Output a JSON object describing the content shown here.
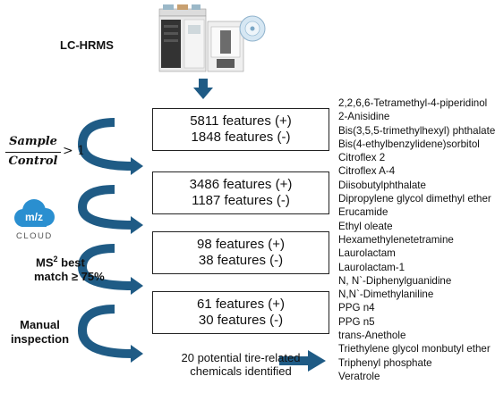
{
  "instrument_label": "LC-HRMS",
  "filter_labels": {
    "ratio_numerator": "Sample",
    "ratio_denominator": "Control",
    "ratio_comparison": "> 1",
    "mzcloud_logo": "m/z",
    "mzcloud_word": "CLOUD",
    "ms2_prefix": "MS",
    "ms2_superscript": "2",
    "ms2_suffix": " best",
    "ms2_line2": "match ≥ 75%",
    "manual_line1": "Manual",
    "manual_line2": "inspection"
  },
  "boxes": [
    {
      "positive": "5811 features (+)",
      "negative": "1848 features (-)"
    },
    {
      "positive": "3486 features (+)",
      "negative": "1187 features (-)"
    },
    {
      "positive": "98 features (+)",
      "negative": "38 features (-)"
    },
    {
      "positive": "61 features (+)",
      "negative": "30 features (-)"
    }
  ],
  "final_result": {
    "line1": "20 potential tire-related",
    "line2": "chemicals identified"
  },
  "chemicals": [
    "2,2,6,6-Tetramethyl-4-piperidinol",
    "2-Anisidine",
    "Bis(3,5,5-trimethylhexyl) phthalate",
    "Bis(4-ethylbenzylidene)sorbitol",
    "Citroflex 2",
    "Citroflex A-4",
    "Diisobutylphthalate",
    "Dipropylene glycol dimethyl ether",
    "Erucamide",
    "Ethyl oleate",
    "Hexamethylenetetramine",
    "Laurolactam",
    "Laurolactam-1",
    "N, N`-Diphenylguanidine",
    "N,N`-Dimethylaniline",
    "PPG n4",
    "PPG n5",
    "trans-Anethole",
    "Triethylene glycol monbutyl ether",
    "Triphenyl phosphate",
    "Veratrole"
  ],
  "colors": {
    "arrow": "#1f5b85",
    "cloud": "#2a8fd0",
    "box_border": "#222222"
  }
}
